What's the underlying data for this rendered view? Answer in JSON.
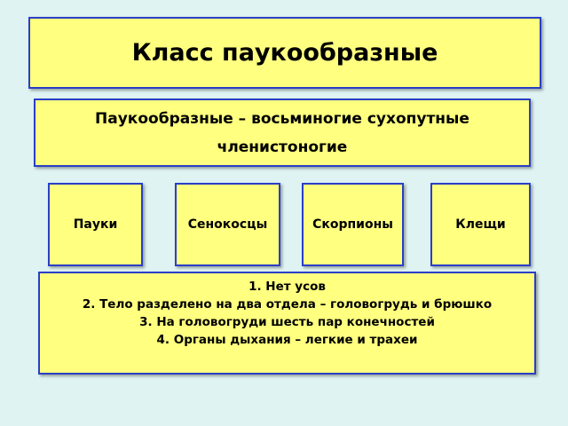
{
  "title": "Класс паукообразные",
  "definition": "Паукообразные – восьминогие сухопутные членистоногие",
  "groups": [
    "Пауки",
    "Сенокосцы",
    "Скорпионы",
    "Клещи"
  ],
  "features": [
    "1. Нет усов",
    "2. Тело разделено на два отдела – головогрудь и брюшко",
    "3. На головогруди шесть пар конечностей",
    "4. Органы дыхания – легкие и трахеи"
  ],
  "colors": {
    "background": "#dff3f3",
    "box_fill": "#ffff80",
    "box_border": "#2a3fc6"
  }
}
